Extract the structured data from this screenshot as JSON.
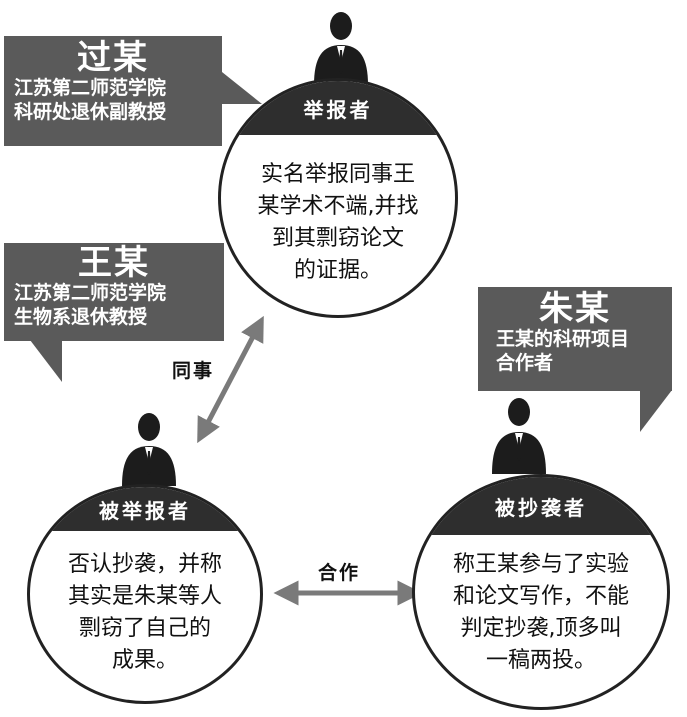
{
  "callouts": {
    "reporter": {
      "name": "过某",
      "lines": [
        "江苏第二师范学院",
        "科研处退休副教授"
      ]
    },
    "accused": {
      "name": "王某",
      "lines": [
        "江苏第二师范学院",
        "生物系退休教授"
      ]
    },
    "collaborator": {
      "name": "朱某",
      "lines": [
        "王某的科研项目",
        "合作者"
      ]
    }
  },
  "nodes": {
    "reporter": {
      "role": "举报者",
      "text": [
        "实名举报同事王",
        "某学术不端,并找",
        "到其剽窃论文",
        "的证据。"
      ]
    },
    "accused": {
      "role": "被举报者",
      "text": [
        "否认抄袭，并称",
        "其实是朱某等人",
        "剽窃了自己的",
        "成果。"
      ]
    },
    "plagiarized": {
      "role": "被抄袭者",
      "text": [
        "称王某参与了实验",
        "和论文写作，不能",
        "判定抄袭,顶多叫",
        "一稿两投。"
      ]
    }
  },
  "edges": {
    "colleague": "同事",
    "partner": "合作"
  },
  "colors": {
    "bubble": "#5a5a5a",
    "cap": "#2e2e2e",
    "arrow": "#7a7a7a",
    "person": "#1c1c1c"
  }
}
